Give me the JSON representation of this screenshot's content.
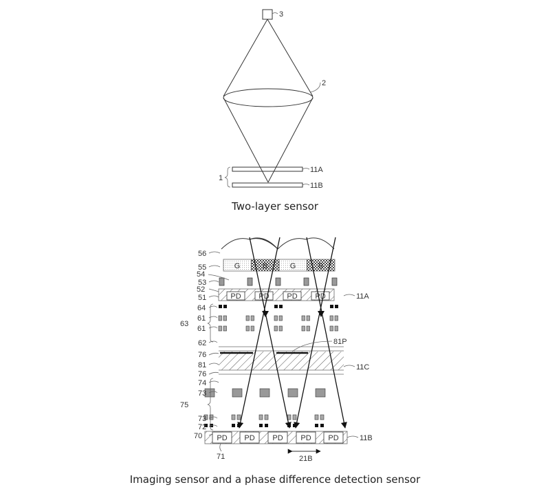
{
  "top_figure": {
    "labels": {
      "light_source": "3",
      "lens": "2",
      "sensor_group": "1",
      "sensor_a": "11A",
      "sensor_b": "11B"
    },
    "caption": "Two-layer sensor"
  },
  "bottom_figure": {
    "labels": {
      "l56": "56",
      "l55": "55",
      "l54": "54",
      "l53": "53",
      "l52": "52",
      "l51": "51",
      "l64": "64",
      "l61a": "61",
      "l61b": "61",
      "l63": "63",
      "l62": "62",
      "l76a": "76",
      "l81": "81",
      "l76b": "76",
      "l81p": "81P",
      "l11c": "11C",
      "l11a": "11A",
      "l74": "74",
      "l73a": "73",
      "l75": "75",
      "l73b": "73",
      "l72": "72",
      "l70": "70",
      "l71": "71",
      "l11b": "11B",
      "l21b": "21B"
    },
    "color_filters": [
      "G",
      "B",
      "G",
      "B"
    ],
    "pd_label": "PD",
    "caption": "Imaging sensor and a phase difference detection sensor"
  }
}
